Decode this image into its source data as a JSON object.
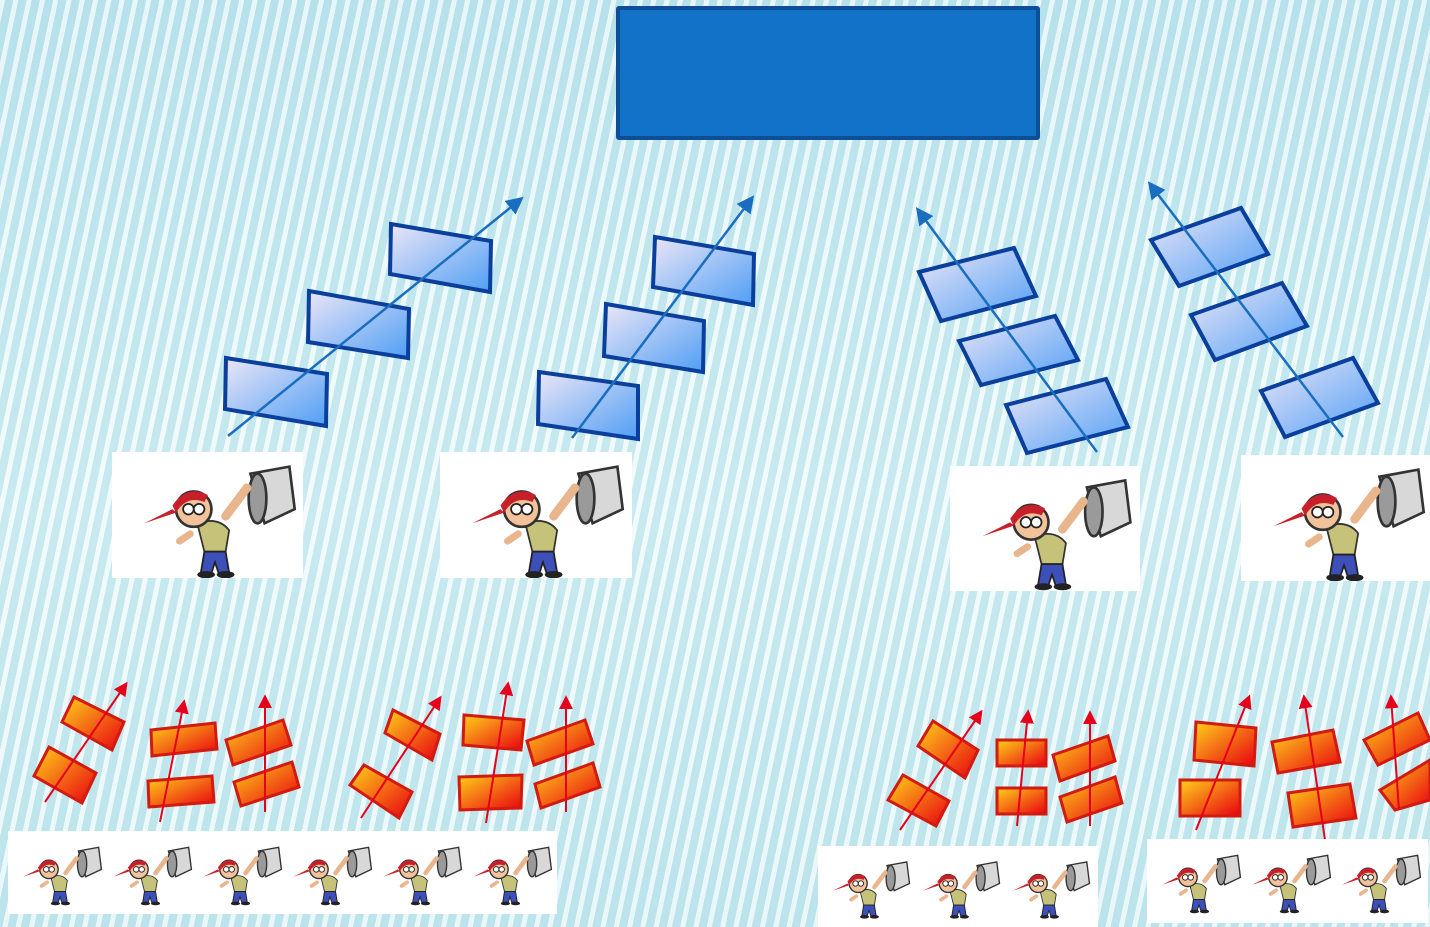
{
  "diagram": {
    "top_box": {
      "label": "",
      "fill": "#1172c8",
      "border": "#0c4f97"
    },
    "colors": {
      "blue_arrow": "#1a6ec0",
      "blue_card_light": "#ece6f6",
      "blue_card_dark": "#4f9ef5",
      "blue_card_border": "#0b3f9c",
      "red_arrow": "#e5001c",
      "red_card_light": "#ffd21a",
      "red_card_dark": "#e80010",
      "red_card_border": "#d21a10"
    },
    "icons": {
      "worker": "worker-with-bucket-icon",
      "blue_card": "blue-card-icon",
      "red_card": "red-card-icon"
    },
    "middle_workers": 4,
    "bottom_groups": [
      {
        "workers": 6
      },
      {
        "workers": 3
      },
      {
        "workers": 3
      }
    ]
  }
}
